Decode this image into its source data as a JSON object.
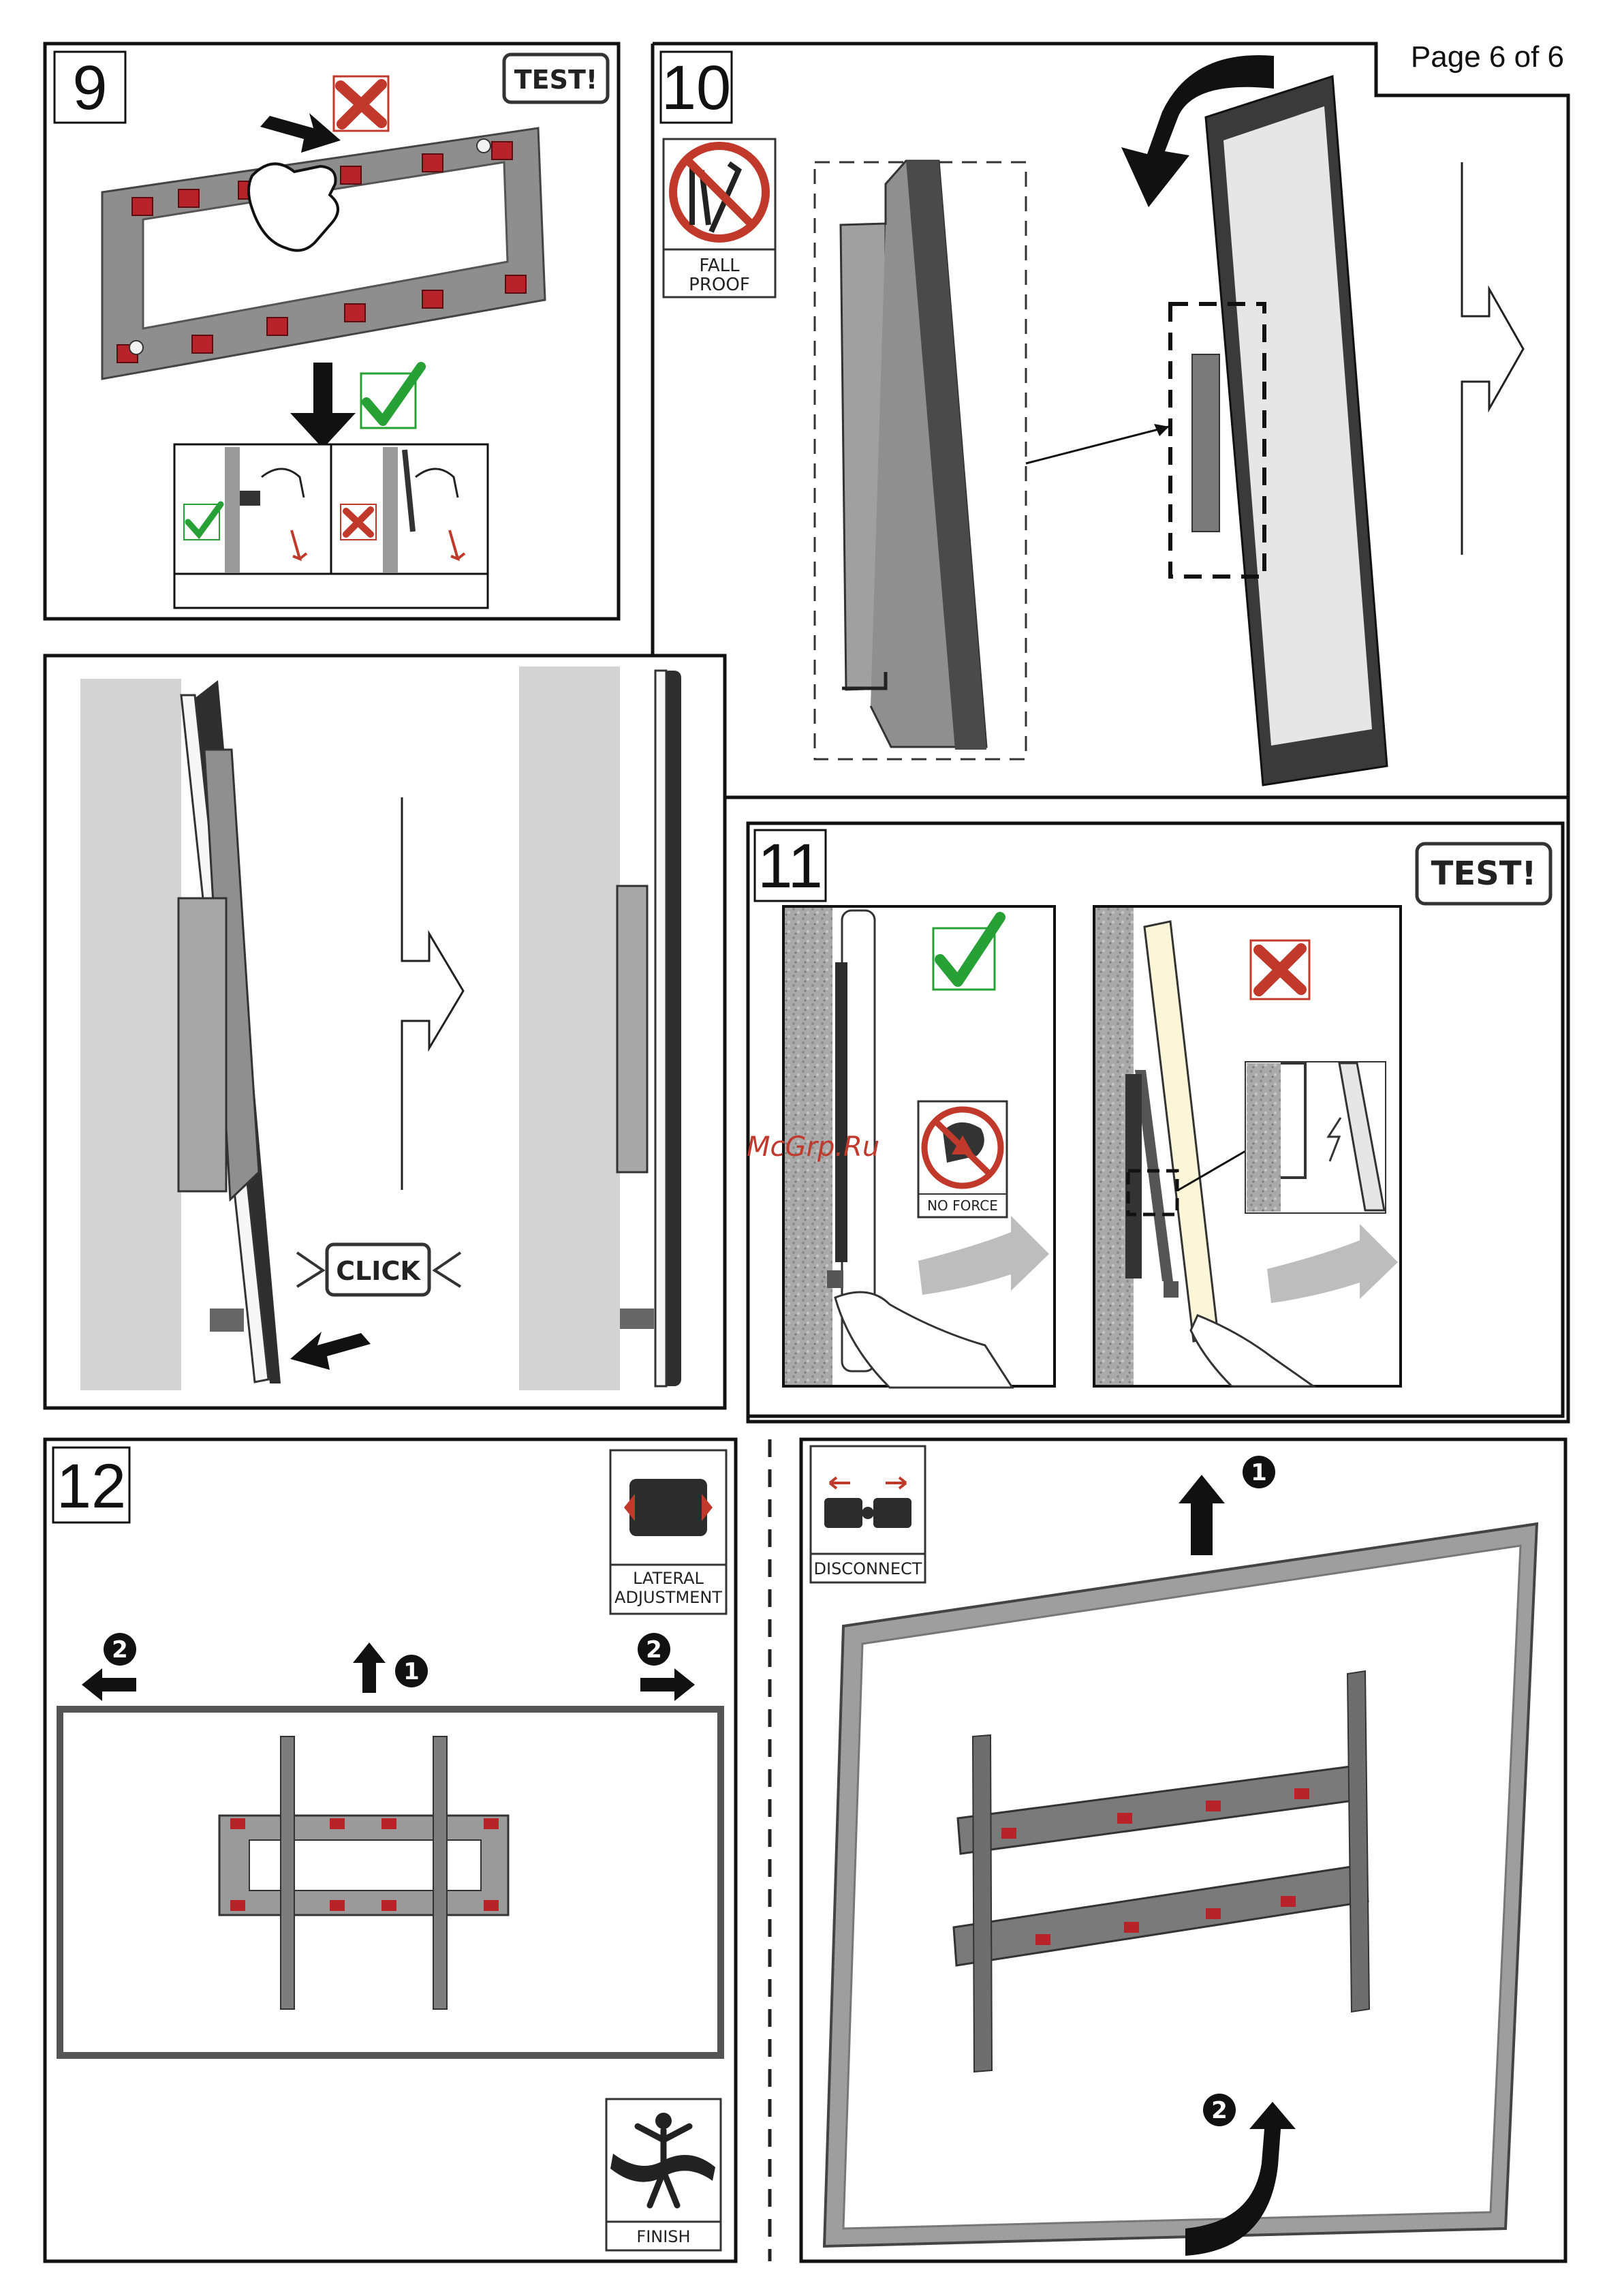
{
  "page_label": "Page 6 of 6",
  "steps": {
    "step9": {
      "number": "9",
      "badge": "TEST!"
    },
    "step10": {
      "number": "10",
      "icon_label_1": "FALL",
      "icon_label_2": "PROOF"
    },
    "click": {
      "label": "CLICK"
    },
    "step11": {
      "number": "11",
      "badge": "TEST!",
      "no_force_label": "NO FORCE",
      "watermark": "McGrp.Ru"
    },
    "step12": {
      "number": "12",
      "lateral_label_1": "LATERAL",
      "lateral_label_2": "ADJUSTMENT",
      "finish_label": "FINISH",
      "disconnect_label": "DISCONNECT"
    }
  },
  "callouts": {
    "one": "1",
    "two": "2"
  },
  "colors": {
    "accent_red": "#c0392b",
    "check_green": "#27a035",
    "wall_gray": "#d3d3d3",
    "outline": "#111111"
  },
  "icons": [
    "cross-icon",
    "check-icon",
    "arrow-icon",
    "fall-proof-icon",
    "no-force-icon",
    "lateral-adjustment-icon",
    "finish-icon",
    "disconnect-icon"
  ]
}
